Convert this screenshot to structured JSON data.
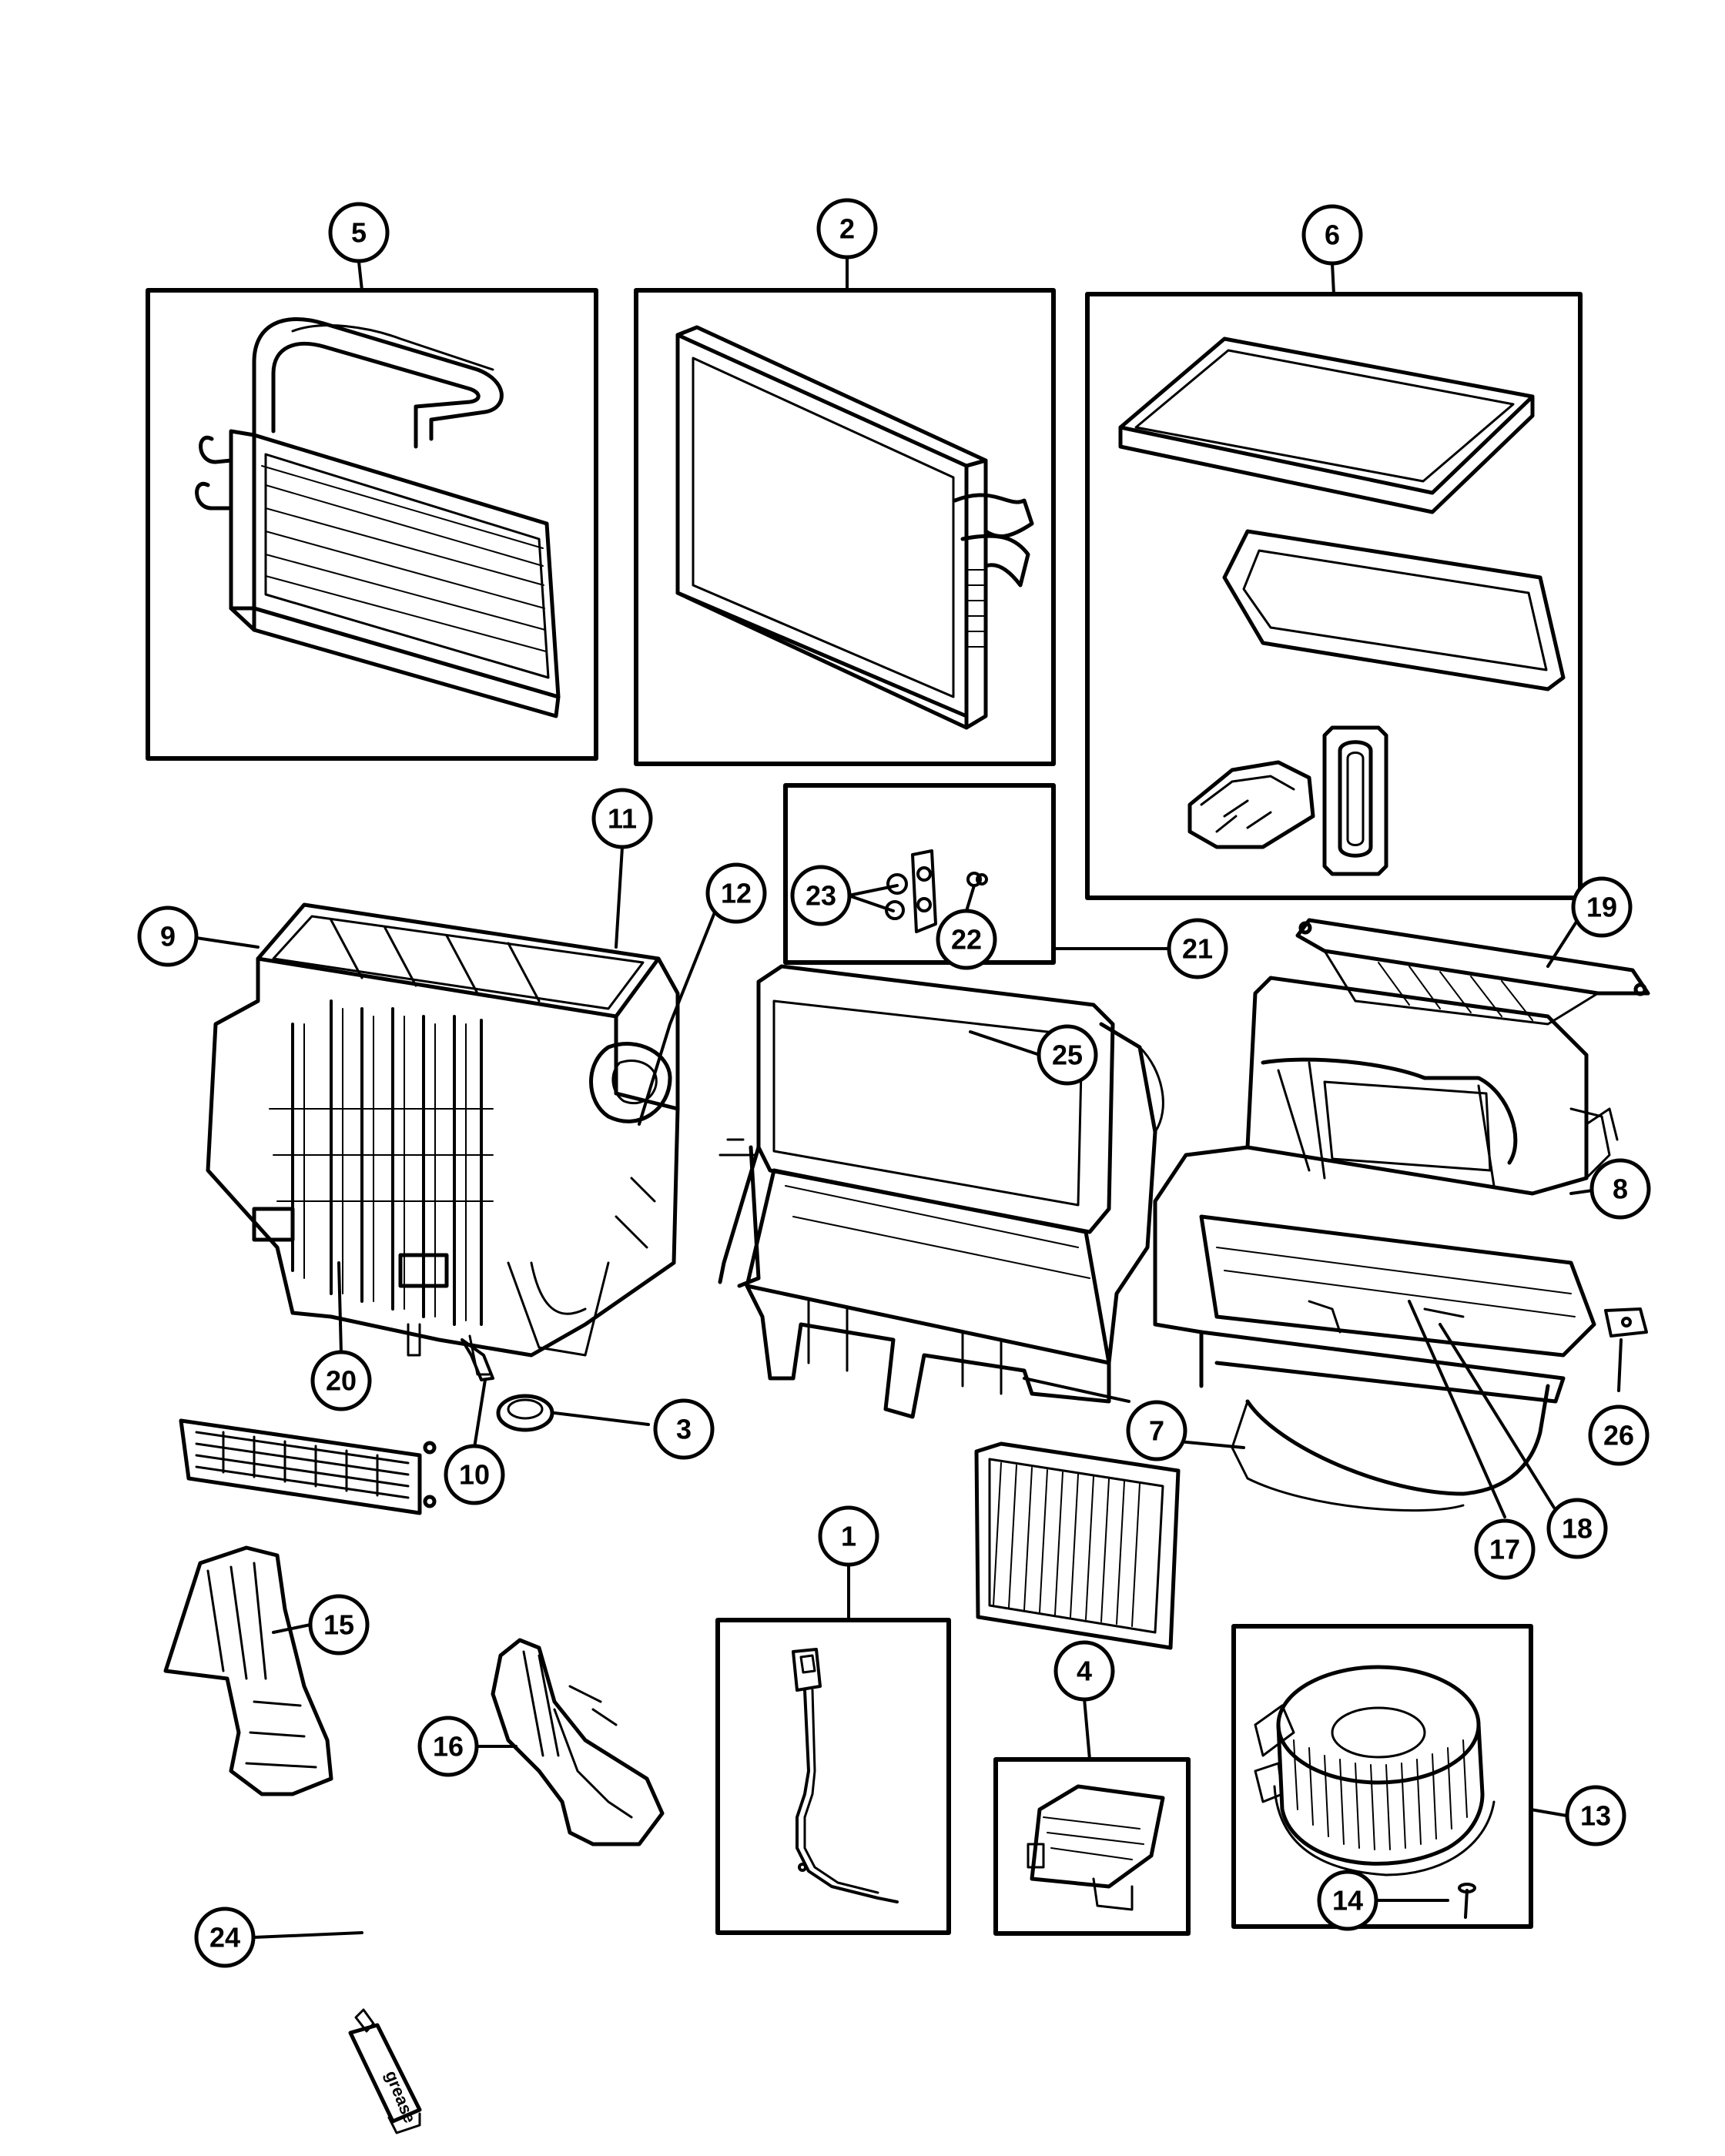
{
  "callouts": [
    {
      "id": "5",
      "label": "5"
    },
    {
      "id": "2",
      "label": "2"
    },
    {
      "id": "6",
      "label": "6"
    },
    {
      "id": "11",
      "label": "11"
    },
    {
      "id": "12",
      "label": "12"
    },
    {
      "id": "9",
      "label": "9"
    },
    {
      "id": "23",
      "label": "23"
    },
    {
      "id": "22",
      "label": "22"
    },
    {
      "id": "21",
      "label": "21"
    },
    {
      "id": "19",
      "label": "19"
    },
    {
      "id": "25",
      "label": "25"
    },
    {
      "id": "8",
      "label": "8"
    },
    {
      "id": "20",
      "label": "20"
    },
    {
      "id": "10",
      "label": "10"
    },
    {
      "id": "3",
      "label": "3"
    },
    {
      "id": "7",
      "label": "7"
    },
    {
      "id": "26",
      "label": "26"
    },
    {
      "id": "17",
      "label": "17"
    },
    {
      "id": "18",
      "label": "18"
    },
    {
      "id": "1",
      "label": "1"
    },
    {
      "id": "15",
      "label": "15"
    },
    {
      "id": "4",
      "label": "4"
    },
    {
      "id": "16",
      "label": "16"
    },
    {
      "id": "13",
      "label": "13"
    },
    {
      "id": "14",
      "label": "14"
    },
    {
      "id": "24",
      "label": "24"
    }
  ],
  "labels": {
    "grease_tube": "grease"
  }
}
